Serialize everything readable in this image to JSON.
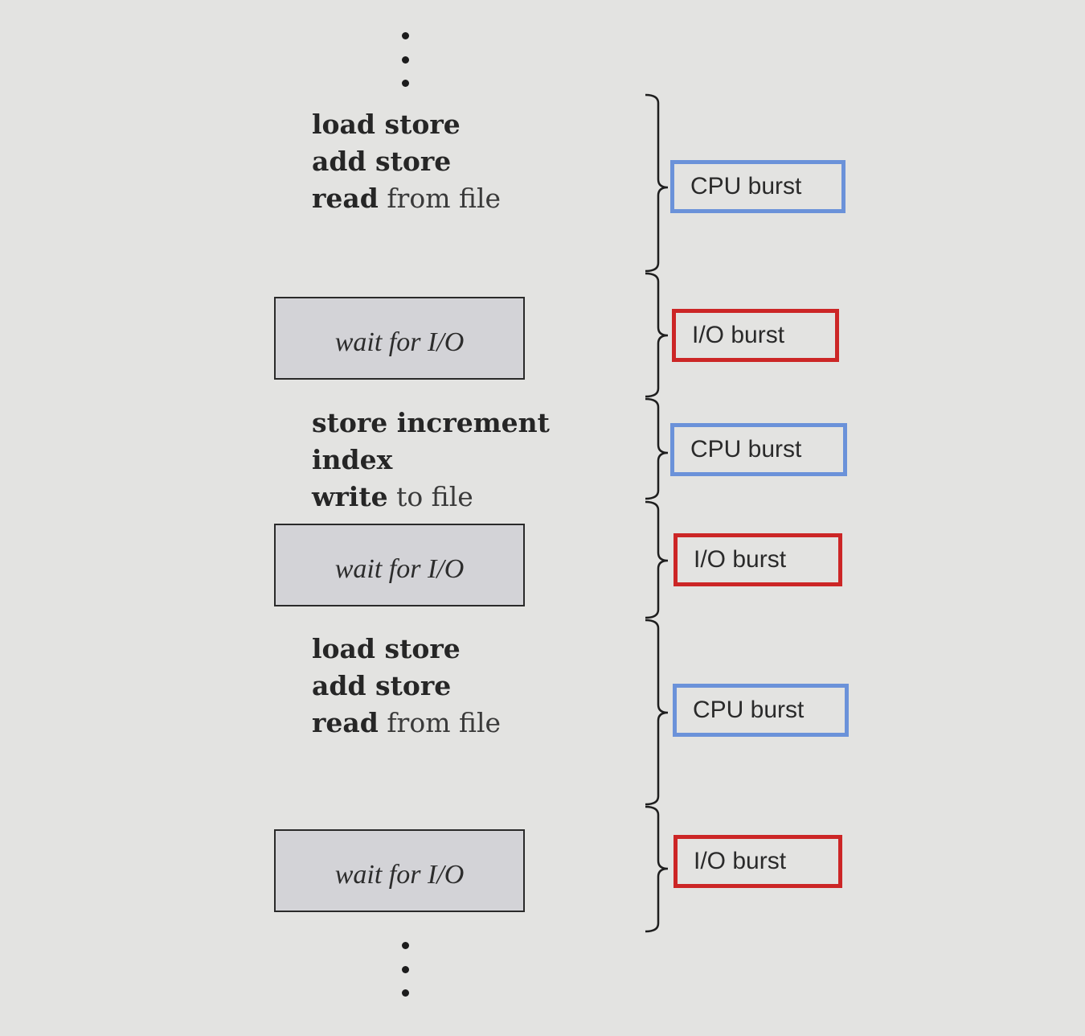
{
  "code_blocks": [
    {
      "lines": [
        {
          "bold": "load store",
          "rest": ""
        },
        {
          "bold": "add store",
          "rest": ""
        },
        {
          "bold": "read",
          "rest": " from file"
        }
      ]
    },
    {
      "lines": [
        {
          "bold": "store increment",
          "rest": ""
        },
        {
          "bold": "index",
          "rest": ""
        },
        {
          "bold": "write",
          "rest": " to file"
        }
      ]
    },
    {
      "lines": [
        {
          "bold": "load store",
          "rest": ""
        },
        {
          "bold": "add store",
          "rest": ""
        },
        {
          "bold": "read",
          "rest": " from file"
        }
      ]
    }
  ],
  "wait_label": "wait for I/O",
  "bursts": [
    {
      "label": "CPU burst",
      "kind": "cpu"
    },
    {
      "label": "I/O burst",
      "kind": "io"
    },
    {
      "label": "CPU burst",
      "kind": "cpu"
    },
    {
      "label": "I/O burst",
      "kind": "io"
    },
    {
      "label": "CPU burst",
      "kind": "cpu"
    },
    {
      "label": "I/O burst",
      "kind": "io"
    }
  ],
  "colors": {
    "cpu": "#6b92d9",
    "io": "#cc2626"
  }
}
